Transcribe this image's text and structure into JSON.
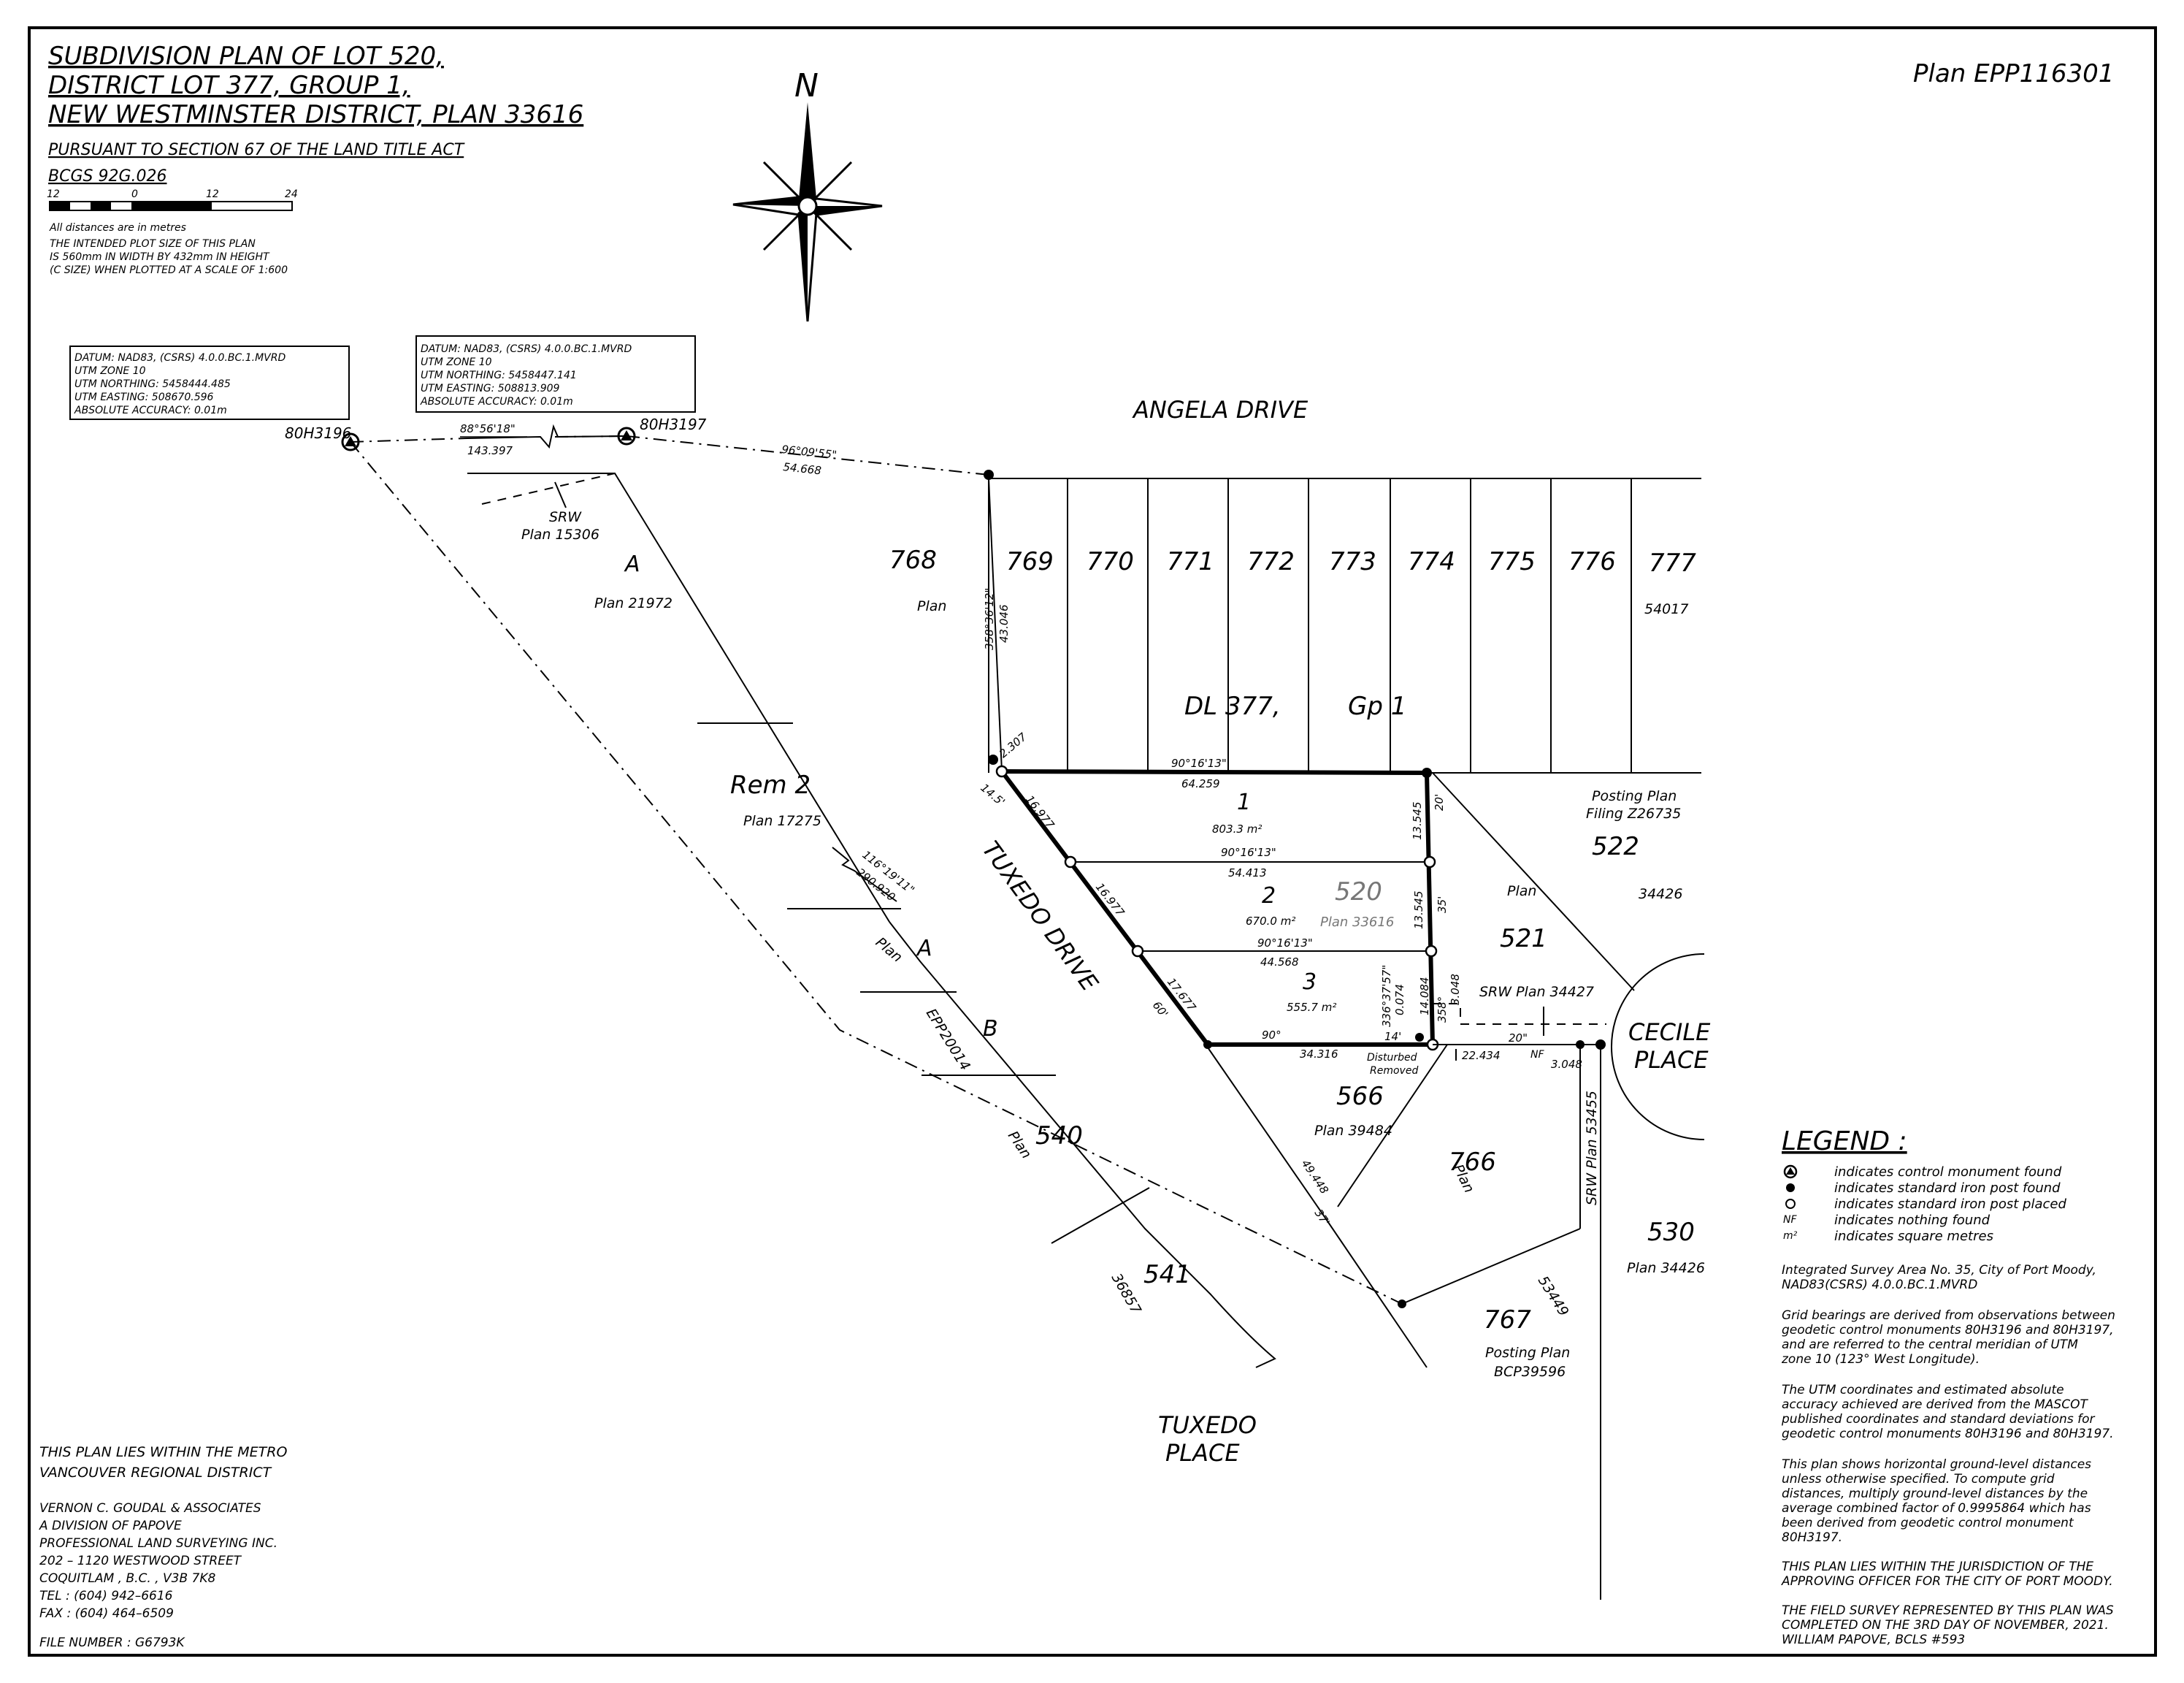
{
  "title": {
    "line1": "SUBDIVISION PLAN OF LOT 520,",
    "line2": "DISTRICT LOT 377, GROUP 1,",
    "line3": "NEW WESTMINSTER DISTRICT, PLAN 33616",
    "pursuant": "PURSUANT TO SECTION 67 OF THE LAND TITLE ACT",
    "bcgs": "BCGS 92G.026"
  },
  "plan_number": "Plan EPP116301",
  "scale_bar": {
    "labels": [
      "12",
      "0",
      "12",
      "24"
    ]
  },
  "notes_top": {
    "distances": "All distances are in metres",
    "plot_1": "THE INTENDED PLOT SIZE OF THIS PLAN",
    "plot_2": "IS 560mm IN WIDTH BY 432mm IN HEIGHT",
    "plot_3": "(C SIZE) WHEN PLOTTED AT A SCALE OF 1:600"
  },
  "north_label": "N",
  "datum_boxes": [
    {
      "lines": [
        "DATUM: NAD83, (CSRS) 4.0.0.BC.1.MVRD",
        "UTM ZONE 10",
        "UTM NORTHING: 5458444.485",
        "UTM EASTING:   508670.596",
        "ABSOLUTE ACCURACY: 0.01m"
      ]
    },
    {
      "lines": [
        "DATUM: NAD83, (CSRS) 4.0.0.BC.1.MVRD",
        "UTM ZONE 10",
        "UTM NORTHING: 5458447.141",
        "UTM EASTING:   508813.909",
        "ABSOLUTE ACCURACY: 0.01m"
      ]
    }
  ],
  "monuments": {
    "m1": "80H3196",
    "m2": "80H3197"
  },
  "dims": {
    "mon_bearing": "88°56'18\"",
    "mon_dist": "143.397",
    "tie_bearing": "96°09'55\"",
    "tie_dist": "54.668",
    "west_bearing": "358°36'12\"",
    "west_dist": "43.046",
    "corner_a": "2.307",
    "corner_b": "14.5'",
    "lot1_bearing": "90°16'13\"",
    "lot1_dist": "64.259",
    "lot2_bearing": "90°16'13\"",
    "lot2_dist": "54.413",
    "lot3_bearing": "90°16'13\"",
    "lot3_dist": "44.568",
    "front1": "16.977",
    "front2": "16.977",
    "front3": "17.677",
    "front_ft": "60'",
    "east1": "13.545",
    "east1_ft": "20'",
    "east2": "13.545",
    "east2_ft": "35'",
    "east3": "14.084",
    "east3_b": "358°",
    "east3_c": "3.048",
    "diag_bearing": "336°37'57\"",
    "diag_dist": "0.074",
    "south_bearing": "90°",
    "south_dist": "34.316",
    "ft14": "14'",
    "ft20": "20\"",
    "srw_dist": "22.434",
    "nf": "NF",
    "d3048": "3.048",
    "rem_bearing": "116°19'11\"",
    "rem_dist": "290.920",
    "d49": "49.448",
    "ft37": "37'",
    "disturbed": "Disturbed",
    "removed": "Removed"
  },
  "roads": {
    "angela": "ANGELA DRIVE",
    "tuxedo_drive": "TUXEDO DRIVE",
    "tuxedo_place_1": "TUXEDO",
    "tuxedo_place_2": "PLACE",
    "cecile_1": "CECILE",
    "cecile_2": "PLACE"
  },
  "north_lots": [
    "768",
    "769",
    "770",
    "771",
    "772",
    "773",
    "774",
    "775",
    "776",
    "777"
  ],
  "labels": {
    "plan_768": "Plan",
    "plan_54017": "54017",
    "dl": "DL 377,",
    "gp": "Gp 1",
    "srw": "SRW",
    "srw_plan": "Plan 15306",
    "lot_a": "A",
    "plan_21972": "Plan 21972",
    "rem2": "Rem 2",
    "plan_17275": "Plan 17275",
    "lot_a2": "A",
    "plan_a2": "Plan",
    "lot_b": "B",
    "epp": "EPP20014",
    "lot540": "540",
    "plan540": "Plan",
    "lot541": "541",
    "p36857": "36857",
    "lot1": "1",
    "area1": "803.3 m²",
    "lot2": "2",
    "area2": "670.0 m²",
    "ghost520": "520",
    "ghostplan": "Plan 33616",
    "lot3": "3",
    "area3": "555.7 m²",
    "posting1": "Posting Plan",
    "filing": "Filing Z26735",
    "lot522": "522",
    "plan522": "Plan",
    "p34426a": "34426",
    "lot521": "521",
    "srw_34427": "SRW Plan 34427",
    "lot566": "566",
    "plan39484": "Plan 39484",
    "lot766": "766",
    "plan766": "Plan",
    "srw53455": "SRW Plan 53455",
    "lot530": "530",
    "plan34426": "Plan 34426",
    "lot767": "767",
    "p53449": "53449",
    "posting2": "Posting Plan",
    "bcp": "BCP39596"
  },
  "legend": {
    "title": "LEGEND :",
    "items": [
      {
        "sym": "control-monument",
        "text": "indicates control monument found"
      },
      {
        "sym": "iron-post-found",
        "text": "indicates standard iron post found"
      },
      {
        "sym": "iron-post-placed",
        "text": "indicates standard iron post placed"
      },
      {
        "sym": "NF",
        "text": "indicates nothing found"
      },
      {
        "sym": "m²",
        "text": "indicates square metres"
      }
    ]
  },
  "right_notes": [
    [
      "Integrated Survey Area No. 35, City of Port Moody,",
      "NAD83(CSRS) 4.0.0.BC.1.MVRD"
    ],
    [
      "Grid bearings are derived from observations between",
      "geodetic control monuments 80H3196 and 80H3197,",
      "and are referred to the central meridian of UTM",
      "zone 10 (123° West Longitude)."
    ],
    [
      "The UTM coordinates and estimated absolute",
      "accuracy achieved are derived from the MASCOT",
      "published coordinates and standard deviations for",
      "geodetic control monuments 80H3196 and 80H3197."
    ],
    [
      "This plan shows horizontal ground-level distances",
      "unless otherwise specified. To compute grid",
      "distances, multiply ground-level distances by the",
      "average combined factor of 0.9995864 which has",
      "been derived from geodetic control monument",
      "80H3197."
    ],
    [
      "THIS PLAN LIES WITHIN THE JURISDICTION OF THE",
      "APPROVING OFFICER FOR THE CITY OF PORT MOODY."
    ],
    [
      "THE FIELD SURVEY REPRESENTED BY THIS PLAN WAS",
      "COMPLETED ON THE 3RD DAY OF NOVEMBER, 2021.",
      "WILLIAM PAPOVE, BCLS #593"
    ]
  ],
  "metro": [
    "THIS PLAN LIES WITHIN THE METRO",
    "VANCOUVER REGIONAL DISTRICT"
  ],
  "surveyor": [
    "VERNON C. GOUDAL & ASSOCIATES",
    "A DIVISION OF PAPOVE",
    "PROFESSIONAL LAND SURVEYING INC.",
    "202 – 1120 WESTWOOD STREET",
    "COQUITLAM , B.C. , V3B 7K8",
    "TEL : (604) 942–6616",
    "FAX : (604) 464–6509"
  ],
  "file_number": "FILE NUMBER :   G6793K"
}
